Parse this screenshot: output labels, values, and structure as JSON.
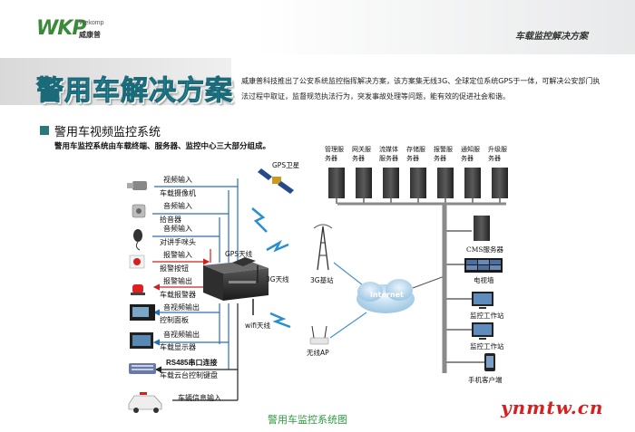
{
  "header": {
    "logo_text": "WKP",
    "logo_en": "Wekomp",
    "logo_cn": "威康普",
    "right_title": "车载监控解决方案"
  },
  "hero": {
    "title": "警用车解决方案",
    "description": "威康普科技推出了公安系统监控指挥解决方案，该方案集无线3G、全球定位系统GPS于一体，可解决公安部门执法过程中取证，监督规范执法行为，突发事故处理等问题，能有效的促进社会和谐。"
  },
  "section": {
    "title": "警用车视频监控系统",
    "subtitle": "警用车监控系统由车载终端、服务器、监控中心三大部分组成。"
  },
  "left_devices": [
    {
      "top": "视频输入",
      "bottom": "车载摄像机"
    },
    {
      "top": "音频输入",
      "bottom": "拾音器"
    },
    {
      "top": "音频输入",
      "bottom": "对讲手咪头"
    },
    {
      "top": "报警输入",
      "bottom": "报警按钮"
    },
    {
      "top": "报警输出",
      "bottom": "车载报警器"
    },
    {
      "top": "音视频输出",
      "bottom": "控制面板"
    },
    {
      "top": "音视频输出",
      "bottom": "车载显示器"
    },
    {
      "top": "RS485串口连接",
      "bottom": "车载云台控制键盘"
    },
    {
      "top": "",
      "bottom": "车辆信息输入"
    }
  ],
  "network_labels": {
    "gps_sat": "GPS卫星",
    "gps_antenna": "GPS天线",
    "antenna_3g": "3G天线",
    "wifi_antenna": "wifi天线",
    "base_station": "3G基站",
    "internet": "Internet",
    "wireless_ap": "无线AP"
  },
  "servers": [
    [
      "管理服",
      "务器"
    ],
    [
      "网关服",
      "务器"
    ],
    [
      "流媒体",
      "服务器"
    ],
    [
      "存储服",
      "务器"
    ],
    [
      "报警服",
      "务器"
    ],
    [
      "通知服",
      "务器"
    ],
    [
      "升级服",
      "务器"
    ]
  ],
  "right_clients": [
    "CMS服务器",
    "电视墙",
    "监控工作站",
    "监控工作站",
    "手机客户端"
  ],
  "caption": "警用车监控系统图",
  "watermark": "ynmtw.cn",
  "colors": {
    "accent_title": "#3fb0c8",
    "caption": "#2d9a3e",
    "watermark": "#d62020",
    "arrow_blue": "#2a6fb5",
    "arrow_red": "#cc2222"
  }
}
